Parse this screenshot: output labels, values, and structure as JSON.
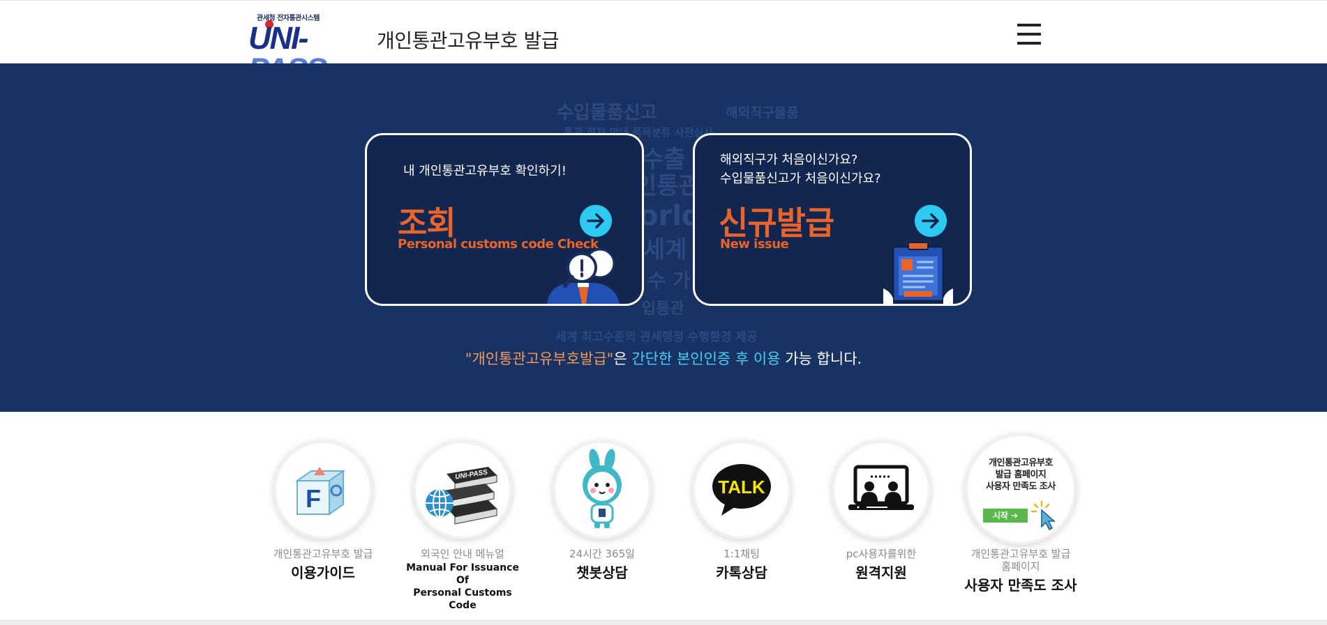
{
  "header": {
    "logo_small": "관세청 전자통관시스템",
    "logo_main_a": "UNI-",
    "logo_main_b": "PASS",
    "title": "개인통관고유부호 발급"
  },
  "cards": {
    "check": {
      "sub": "내 개인통관고유부호 확인하기!",
      "title": "조회",
      "en": "Personal customs code Check"
    },
    "issue": {
      "sub_line1": "해외직구가 처음이신가요?",
      "sub_line2": "수입물품신고가 처음이신가요?",
      "title": "신규발급",
      "en": "New issue"
    }
  },
  "notice": {
    "part1": "\"개인통관고유부호발급\"",
    "part2": "은 ",
    "part3": "간단한 본인인증 후 이용",
    "part4": " 가능 합니다."
  },
  "links": {
    "guide": {
      "sub": "개인통관고유부호 발급",
      "main": "이용가이드"
    },
    "manual": {
      "sub": "외국인 안내 메뉴얼",
      "en1": "Manual For Issuance Of",
      "en2": "Personal Customs Code",
      "book_label": "UNI-PASS"
    },
    "chatbot": {
      "sub": "24시간 365일",
      "main": "챗봇상담"
    },
    "kakao": {
      "sub": "1:1채팅",
      "main": "카톡상담",
      "bubble": "TALK"
    },
    "remote": {
      "sub": "pc사용자를위한",
      "main": "원격지원"
    },
    "survey": {
      "sub1": "개인통관고유부호 발급",
      "sub2": "홈페이지",
      "main": "사용자 만족도 조사",
      "circle_line1": "개인통관고유부호",
      "circle_line2": "발급 홈페이지",
      "circle_line3": "사용자 만족도 조사",
      "start": "시작"
    }
  },
  "colors": {
    "hero_bg": "#173263",
    "accent_orange": "#e8642a",
    "accent_cyan": "#2ec9f0"
  }
}
